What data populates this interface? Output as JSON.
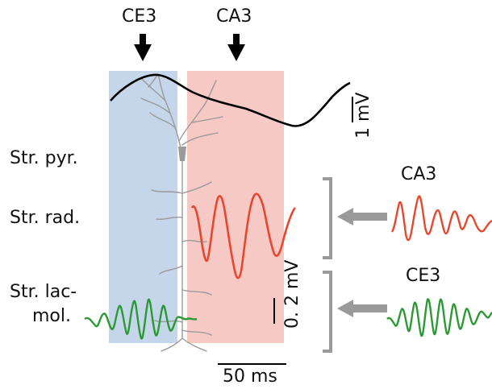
{
  "arrows": {
    "ce3": "CE3",
    "ca3": "CA3"
  },
  "layers": {
    "pyr": "Str. pyr.",
    "rad": "Str. rad.",
    "lac_line1": "Str. lac-",
    "lac_line2": "mol."
  },
  "scalebars": {
    "top": "1 mV",
    "mid": "0. 2 mV",
    "time": "50  ms"
  },
  "right": {
    "ca3": "CA3",
    "ce3": "CE3"
  },
  "colors": {
    "blue_band": "#c5d5ea",
    "pink_band": "#f6c9c4",
    "red_trace": "#e8472e",
    "green_trace": "#2b9a34",
    "gray": "#9a9a9a",
    "black": "#000000"
  }
}
